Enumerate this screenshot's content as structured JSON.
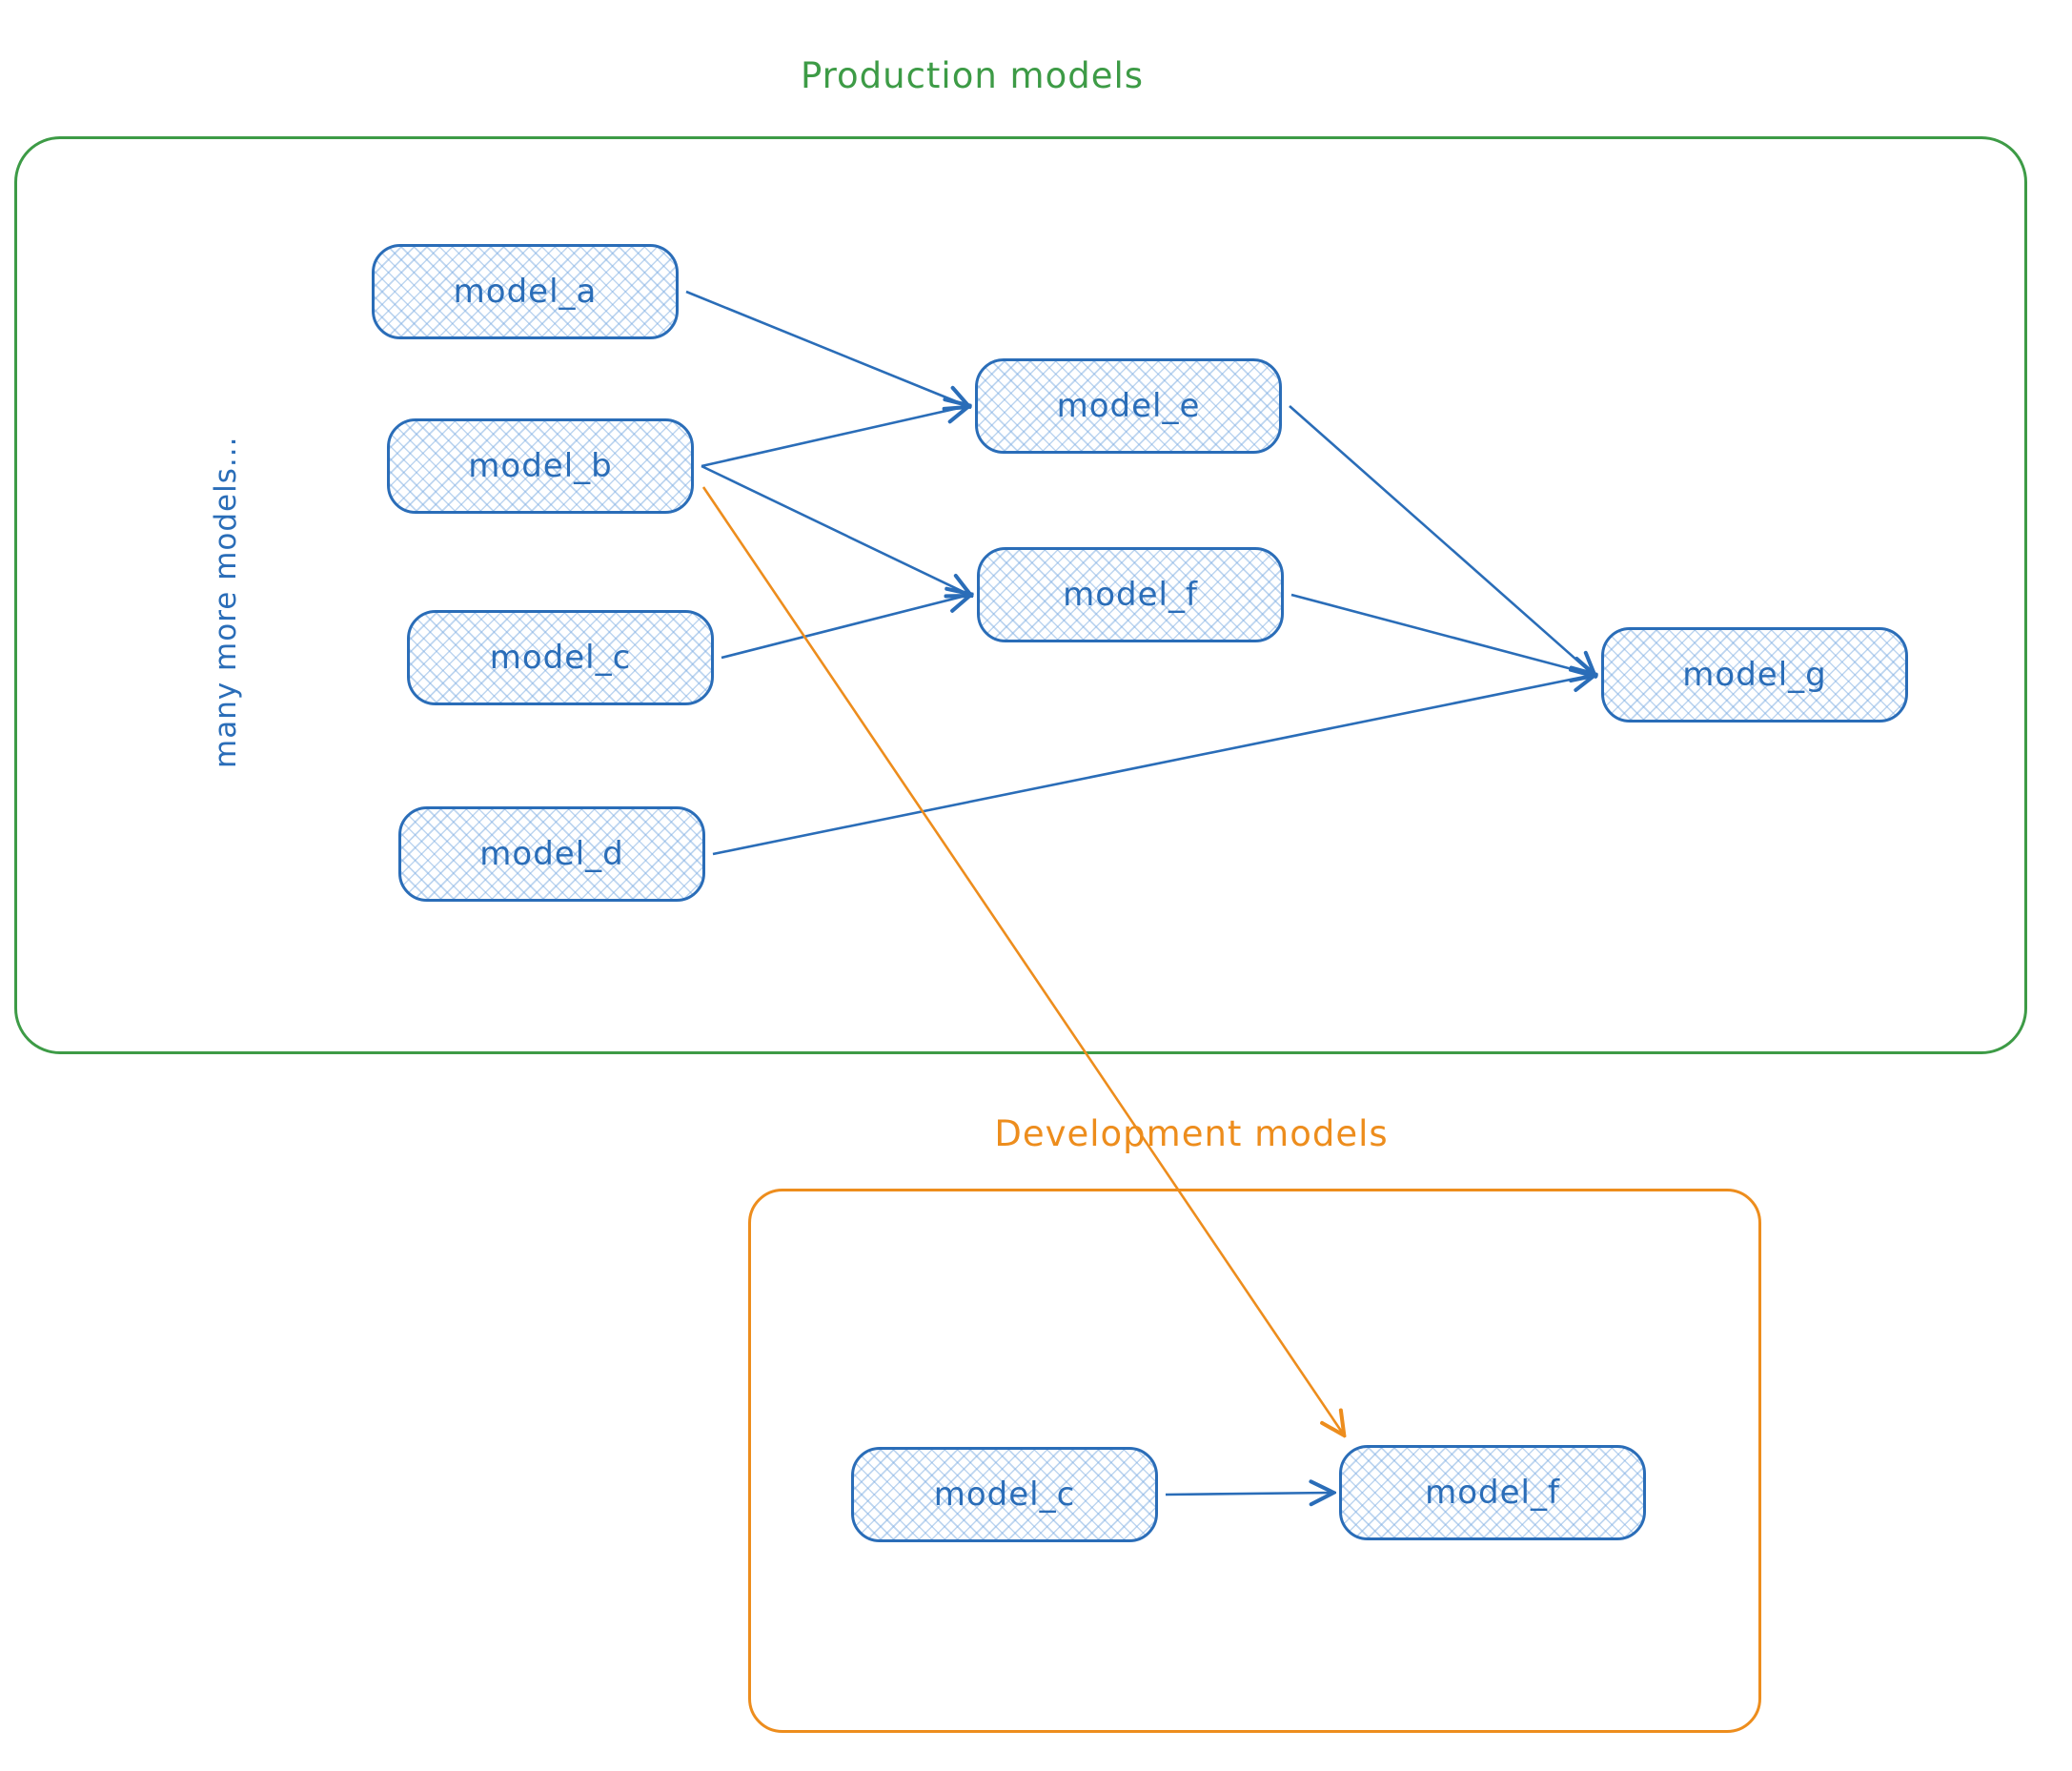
{
  "diagram": {
    "groups": [
      {
        "id": "production",
        "title": "Production models"
      },
      {
        "id": "development",
        "title": "Development models"
      }
    ],
    "side_note": "many more models...",
    "nodes": [
      {
        "id": "model_a",
        "label": "model_a",
        "group": "production"
      },
      {
        "id": "model_b",
        "label": "model_b",
        "group": "production"
      },
      {
        "id": "model_c_prod",
        "label": "model_c",
        "group": "production"
      },
      {
        "id": "model_d",
        "label": "model_d",
        "group": "production"
      },
      {
        "id": "model_e",
        "label": "model_e",
        "group": "production"
      },
      {
        "id": "model_f_prod",
        "label": "model_f",
        "group": "production"
      },
      {
        "id": "model_g",
        "label": "model_g",
        "group": "production"
      },
      {
        "id": "model_c_dev",
        "label": "model_c",
        "group": "development"
      },
      {
        "id": "model_f_dev",
        "label": "model_f",
        "group": "development"
      }
    ],
    "edges": [
      {
        "from": "model_a",
        "to": "model_e",
        "color": "blue",
        "from_anchor": "right",
        "to_anchor": "left"
      },
      {
        "from": "model_b",
        "to": "model_e",
        "color": "blue",
        "from_anchor": "right",
        "to_anchor": "left"
      },
      {
        "from": "model_b",
        "to": "model_f_prod",
        "color": "blue",
        "from_anchor": "right",
        "to_anchor": "left"
      },
      {
        "from": "model_c_prod",
        "to": "model_f_prod",
        "color": "blue",
        "from_anchor": "right",
        "to_anchor": "left"
      },
      {
        "from": "model_e",
        "to": "model_g",
        "color": "blue",
        "from_anchor": "right",
        "to_anchor": "left"
      },
      {
        "from": "model_f_prod",
        "to": "model_g",
        "color": "blue",
        "from_anchor": "right",
        "to_anchor": "left"
      },
      {
        "from": "model_d",
        "to": "model_g",
        "color": "blue",
        "from_anchor": "right",
        "to_anchor": "left"
      },
      {
        "from": "model_c_dev",
        "to": "model_f_dev",
        "color": "blue",
        "from_anchor": "right",
        "to_anchor": "left"
      },
      {
        "from": "model_b",
        "to": "model_f_dev",
        "color": "orange",
        "from_anchor": "bottomRight",
        "to_anchor": "topLeft"
      }
    ],
    "colors": {
      "node_border": "#2a6db8",
      "node_text": "#2a6db8",
      "node_hatch_fill": "#bcd6f2",
      "blue_edge": "#2a6db8",
      "green": "#3d9b46",
      "orange": "#ed8d1d"
    }
  }
}
